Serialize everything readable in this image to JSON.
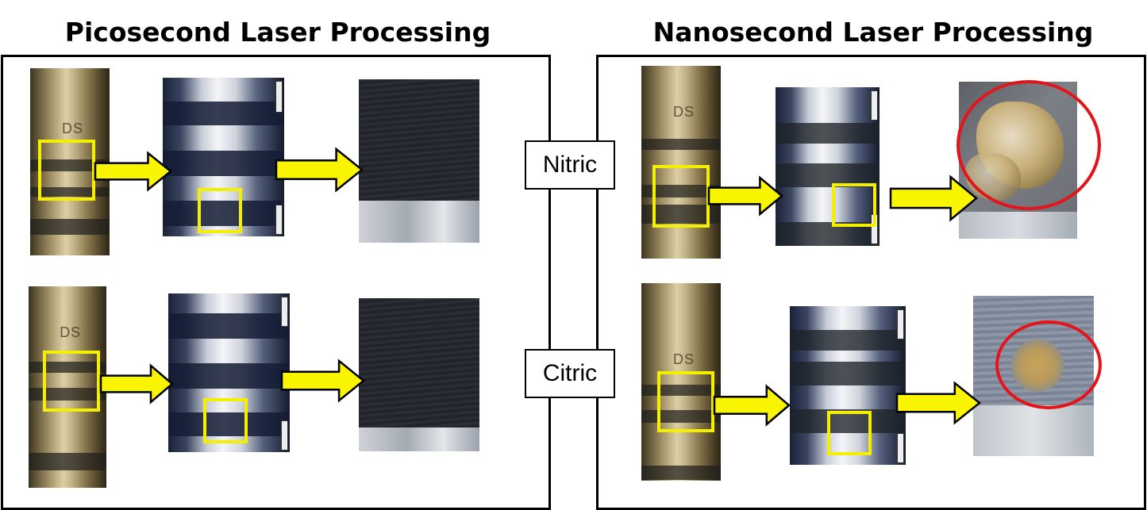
{
  "titles": {
    "left": "Picosecond Laser Processing",
    "right": "Nanosecond Laser Processing"
  },
  "labels": {
    "top": "Nitric",
    "bottom": "Citric"
  },
  "etch_marks": [
    "DS",
    "DS",
    "DS",
    "DS"
  ],
  "colors": {
    "highlight": "#f4ee00",
    "circle": "#e4141b",
    "arrow_fill": "#f9f400",
    "arrow_stroke": "#000000"
  }
}
